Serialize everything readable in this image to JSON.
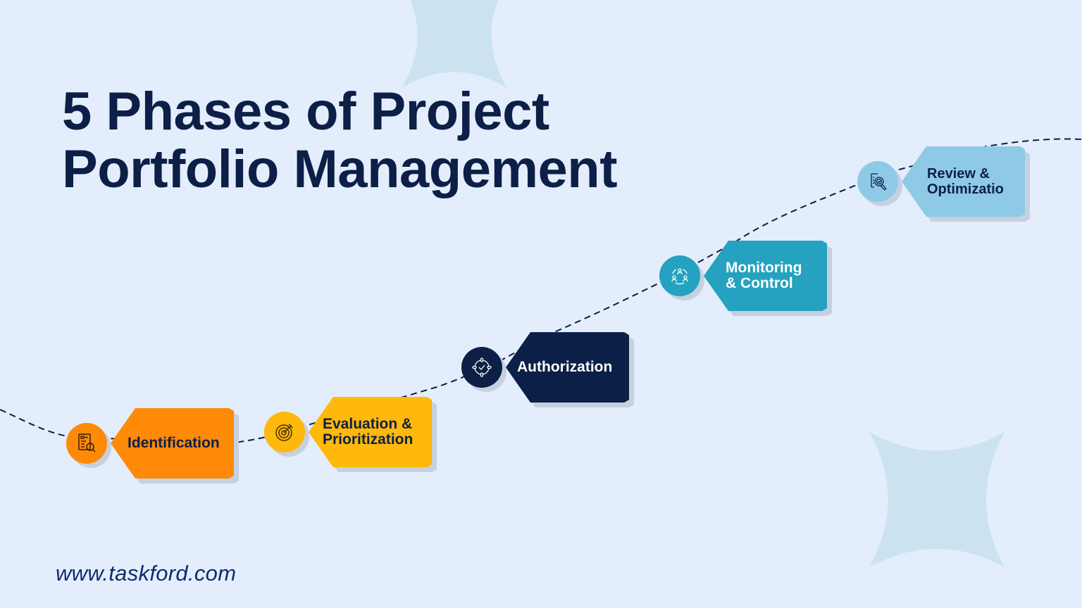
{
  "title": {
    "line1": "5 Phases of Project",
    "line2": "Portfolio Management"
  },
  "footer": {
    "url": "www.taskford.com"
  },
  "colors": {
    "background": "#e4edfc",
    "title": "#0c1f47",
    "path": "#0c1f47",
    "decor": "#cbe3f0"
  },
  "phases": [
    {
      "label": "Identification",
      "icon": "document-search-icon",
      "color": "#ff8a08",
      "text_color": "#0c1f47"
    },
    {
      "label": "Evaluation &\nPrioritization",
      "icon": "target-icon",
      "color": "#ffb80c",
      "text_color": "#0c1f47"
    },
    {
      "label": "Authorization",
      "icon": "crosshair-check-icon",
      "color": "#0c1f47",
      "text_color": "#ffffff"
    },
    {
      "label": "Monitoring\n& Control",
      "icon": "team-cycle-icon",
      "color": "#24a2bf",
      "text_color": "#ffffff"
    },
    {
      "label": "Review &\nOptimizatio",
      "icon": "review-magnifier-icon",
      "color": "#8ecae6",
      "text_color": "#0c1f47"
    }
  ]
}
